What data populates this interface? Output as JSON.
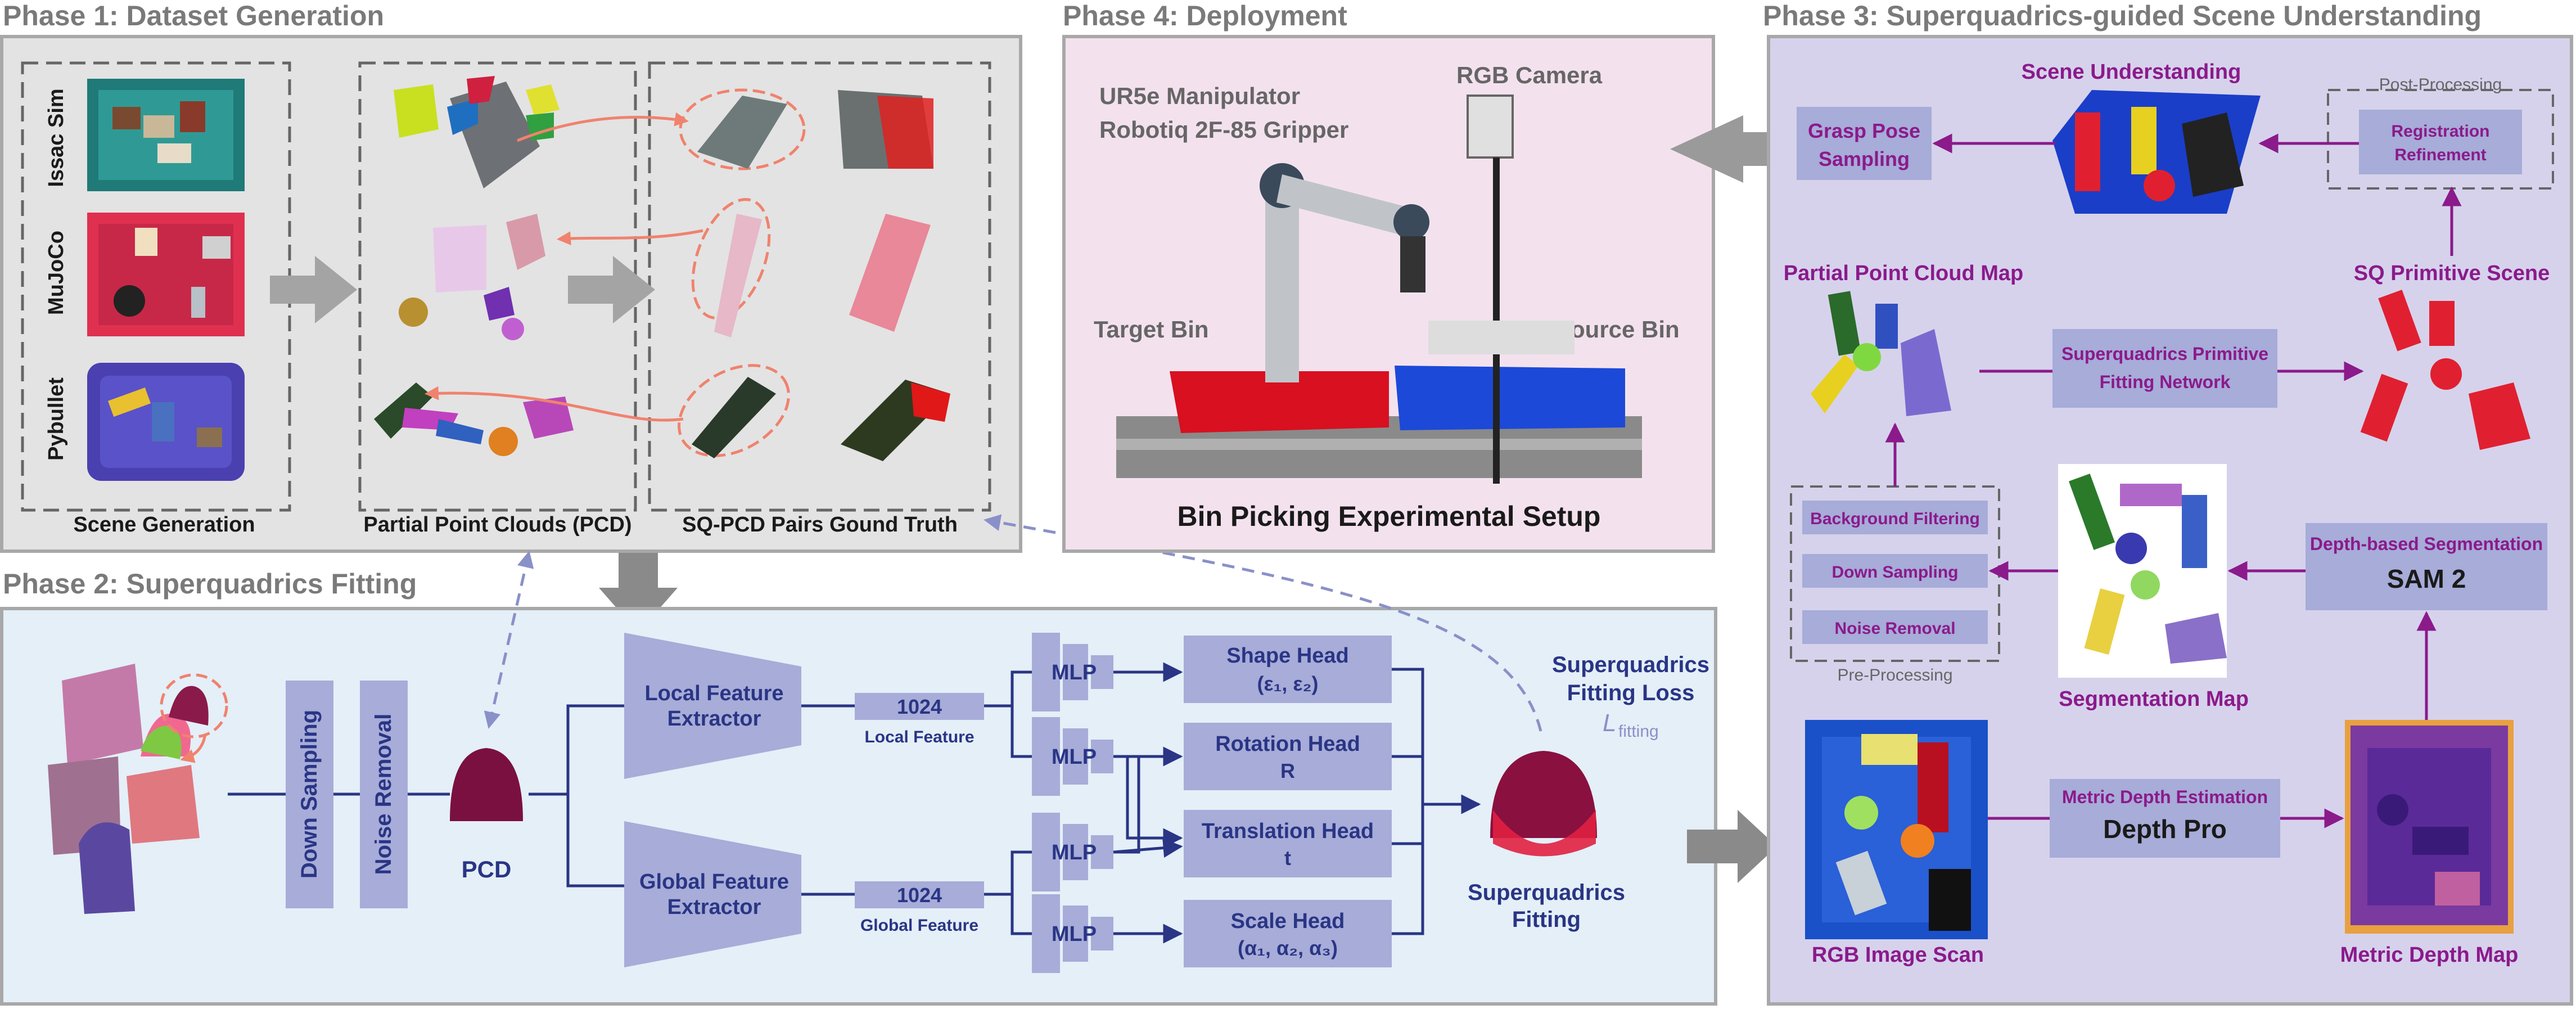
{
  "phase1": {
    "title": "Phase 1: Dataset Generation",
    "row_labels": [
      "Issac Sim",
      "MuJoCo",
      "Pybullet"
    ],
    "col_labels": [
      "Scene Generation",
      "Partial Point Clouds (PCD)",
      "SQ-PCD Pairs Gound Truth"
    ]
  },
  "phase2": {
    "title": "Phase 2: Superquadrics Fitting",
    "down_sampling": "Down Sampling",
    "noise_removal": "Noise Removal",
    "pcd": "PCD",
    "local_extractor": [
      "Local Feature",
      "Extractor"
    ],
    "global_extractor": [
      "Global Feature",
      "Extractor"
    ],
    "feat_dim": "1024",
    "local_feature": "Local Feature",
    "global_feature": "Global Feature",
    "mlp": "MLP",
    "shape_head": [
      "Shape Head",
      "(ε₁, ε₂)"
    ],
    "rotation_head": [
      "Rotation Head",
      "R"
    ],
    "translation_head": [
      "Translation Head",
      "t"
    ],
    "scale_head": [
      "Scale Head",
      "(α₁, α₂, α₃)"
    ],
    "loss_label": [
      "Superquadrics",
      "Fitting Loss"
    ],
    "loss_symbol": "L",
    "loss_sub": "fitting",
    "output_label": [
      "Superquadrics",
      "Fitting"
    ]
  },
  "phase3": {
    "title": "Phase 3: Superquadrics-guided Scene Understanding",
    "grasp_pose": [
      "Grasp Pose",
      "Sampling"
    ],
    "scene_understanding": "Scene Understanding",
    "post_processing": "Post-Processing",
    "registration": [
      "Registration",
      "Refinement"
    ],
    "partial_map": "Partial Point Cloud Map",
    "sq_network": [
      "Superquadrics Primitive",
      "Fitting Network"
    ],
    "sq_scene": "SQ Primitive Scene",
    "background_filtering": "Background Filtering",
    "down_sampling": "Down Sampling",
    "noise_removal": "Noise Removal",
    "pre_processing": "Pre-Processing",
    "segmentation_map": "Segmentation Map",
    "depth_seg": "Depth-based Segmentation",
    "sam2": "SAM 2",
    "rgb_scan": "RGB Image Scan",
    "metric_est": "Metric Depth Estimation",
    "depth_pro": "Depth Pro",
    "metric_map": "Metric Depth Map"
  },
  "phase4": {
    "title": "Phase 4: Deployment",
    "manipulator": [
      "UR5e Manipulator",
      "Robotiq 2F-85 Gripper"
    ],
    "camera": "RGB Camera",
    "target_bin": "Target Bin",
    "source_bin": "Source Bin",
    "setup": "Bin Picking Experimental Setup"
  }
}
